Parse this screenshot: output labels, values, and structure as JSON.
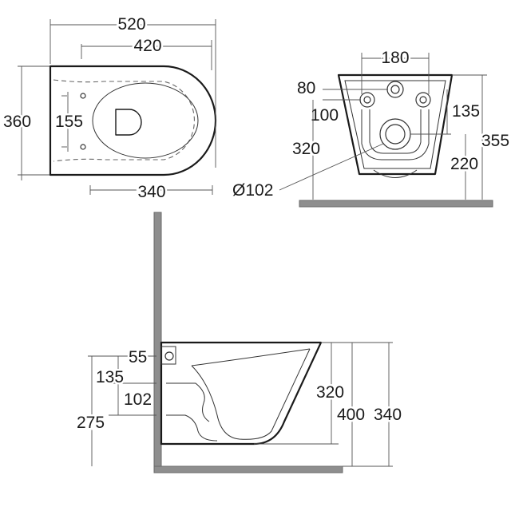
{
  "views": {
    "top": {
      "overall_length": "520",
      "inner_length": "420",
      "width": "360",
      "fixing_spacing": "155",
      "bowl_length": "340"
    },
    "rear": {
      "fixing_spacing": "180",
      "fixing_height_offset": "80",
      "fixing_to_waste": "100",
      "inlet_to_waste": "135",
      "fixing_height": "320",
      "overall_height": "355",
      "waste_height": "220",
      "waste_diameter": "Ø102"
    },
    "side": {
      "inlet_offset": "55",
      "inlet_drop": "135",
      "waste_diameter": "102",
      "waste_height": "275",
      "bowl_depth": "320",
      "rim_height": "400",
      "overall_height": "340"
    }
  }
}
